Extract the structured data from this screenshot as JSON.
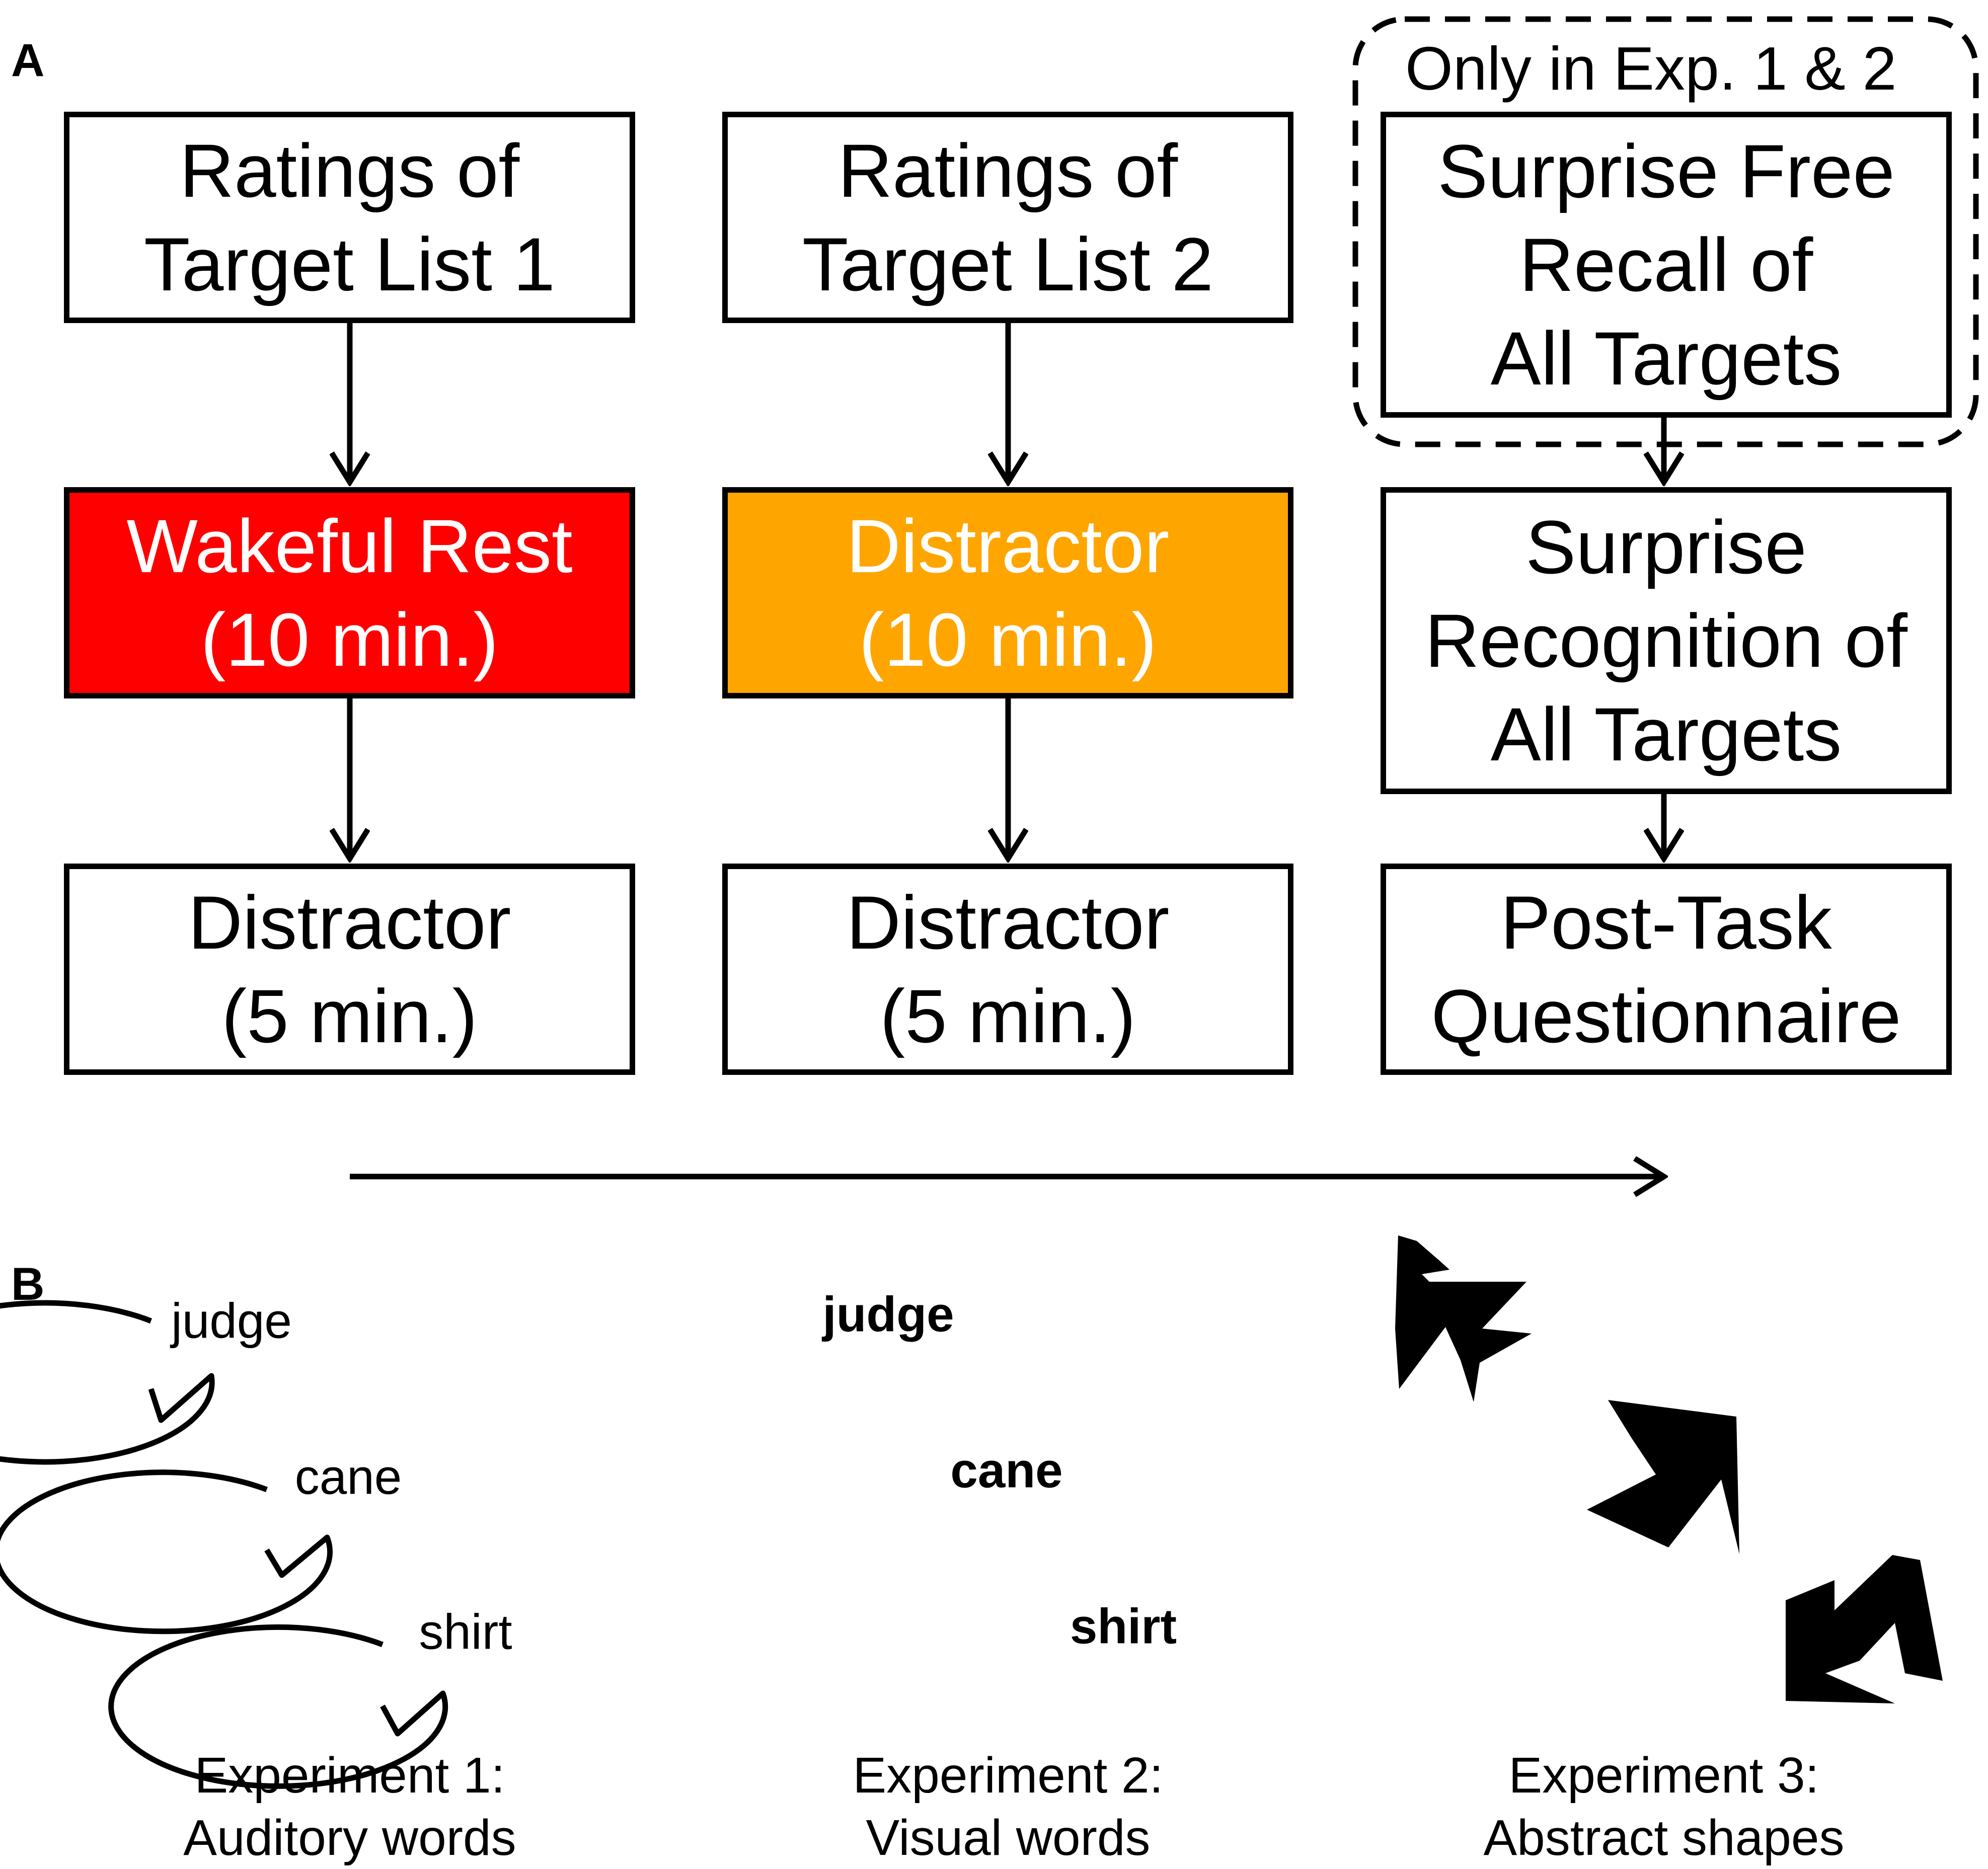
{
  "panels": {
    "a": "A",
    "b": "B"
  },
  "panel_a": {
    "optional_group_label": "Only in Exp. 1 & 2",
    "columns": [
      {
        "step1": [
          "Ratings of",
          "Target List 1"
        ],
        "step2": [
          "Wakeful Rest",
          "(10 min.)"
        ],
        "step3": [
          "Distractor",
          "(5 min.)"
        ]
      },
      {
        "step1": [
          "Ratings of",
          "Target List 2"
        ],
        "step2": [
          "Distractor",
          "(10 min.)"
        ],
        "step3": [
          "Distractor",
          "(5 min.)"
        ]
      },
      {
        "step1": [
          "Surprise Free",
          "Recall of",
          "All Targets"
        ],
        "step2": [
          "Surprise",
          "Recognition of",
          "All Targets"
        ],
        "step3": [
          "Post-Task",
          "Questionnaire"
        ]
      }
    ],
    "colors": {
      "wakeful_rest": "#ff0000",
      "distractor_10": "#ffa500"
    }
  },
  "panel_b": {
    "exp1": {
      "words": [
        "judge",
        "cane",
        "shirt"
      ],
      "caption": [
        "Experiment 1:",
        "Auditory words"
      ]
    },
    "exp2": {
      "words": [
        "judge",
        "cane",
        "shirt"
      ],
      "caption": [
        "Experiment 2:",
        "Visual words"
      ]
    },
    "exp3": {
      "caption": [
        "Experiment 3:",
        "Abstract shapes"
      ],
      "shape_icons": [
        "abstract-shape-1",
        "abstract-shape-2",
        "abstract-shape-3"
      ]
    }
  }
}
